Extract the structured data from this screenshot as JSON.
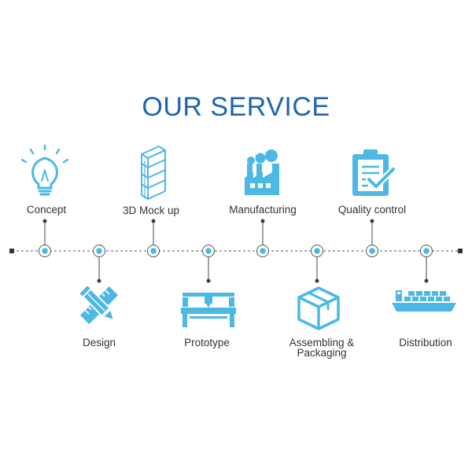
{
  "title": "OUR SERVICE",
  "colors": {
    "accent": "#4cb8e4",
    "title": "#1f64ad",
    "line": "#555555"
  },
  "steps": [
    {
      "label": "Concept",
      "icon": "lightbulb-icon"
    },
    {
      "label": "Design",
      "icon": "pencil-ruler-icon"
    },
    {
      "label": "3D Mock up",
      "icon": "display-rack-icon"
    },
    {
      "label": "Prototype",
      "icon": "cutting-machine-icon"
    },
    {
      "label": "Manufacturing",
      "icon": "factory-icon"
    },
    {
      "label": "Assembling &",
      "label2": "Packaging",
      "icon": "box-icon"
    },
    {
      "label": "Quality control",
      "icon": "clipboard-check-icon"
    },
    {
      "label": "Distribution",
      "icon": "cargo-ship-icon"
    }
  ]
}
